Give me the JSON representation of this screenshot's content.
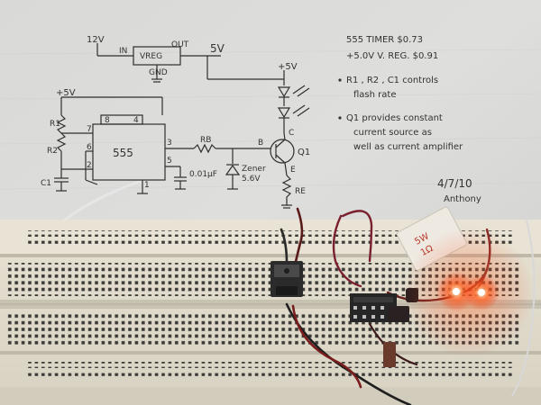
{
  "notes": {
    "header_line1": "555 TIMER   $0.73",
    "header_line2": "+5.0V V. REG. $0.91",
    "bullet1_line1": "R1 , R2 , C1 controls",
    "bullet1_line2": "flash rate",
    "bullet2_line1": "Q1 provides constant",
    "bullet2_line2": "current source as",
    "bullet2_line3": "well as current amplifier",
    "date": "4/7/10",
    "signature": "Anthony"
  },
  "schematic": {
    "vin_label": "12V",
    "vreg_in": "IN",
    "vreg_label": "VREG",
    "vreg_out": "OUT",
    "vreg_gnd": "GND",
    "out_5v": "5V",
    "plus5v_top": "+5V",
    "plus5v_left": "+5V",
    "r1": "R1",
    "r2": "R2",
    "c1": "C1",
    "chip_label": "555",
    "pin8": "8",
    "pin4": "4",
    "pin7": "7",
    "pin6": "6",
    "pin2": "2",
    "pin3": "3",
    "pin5": "5",
    "pin1": "1",
    "rb": "RB",
    "cap_value": "0.01µF",
    "zener_label": "Zener",
    "zener_value": "5.6V",
    "q1": "Q1",
    "b": "B",
    "c": "C",
    "e": "E",
    "re": "RE"
  },
  "hardware": {
    "resistor_text1": "5W",
    "resistor_text2": "1Ω"
  }
}
